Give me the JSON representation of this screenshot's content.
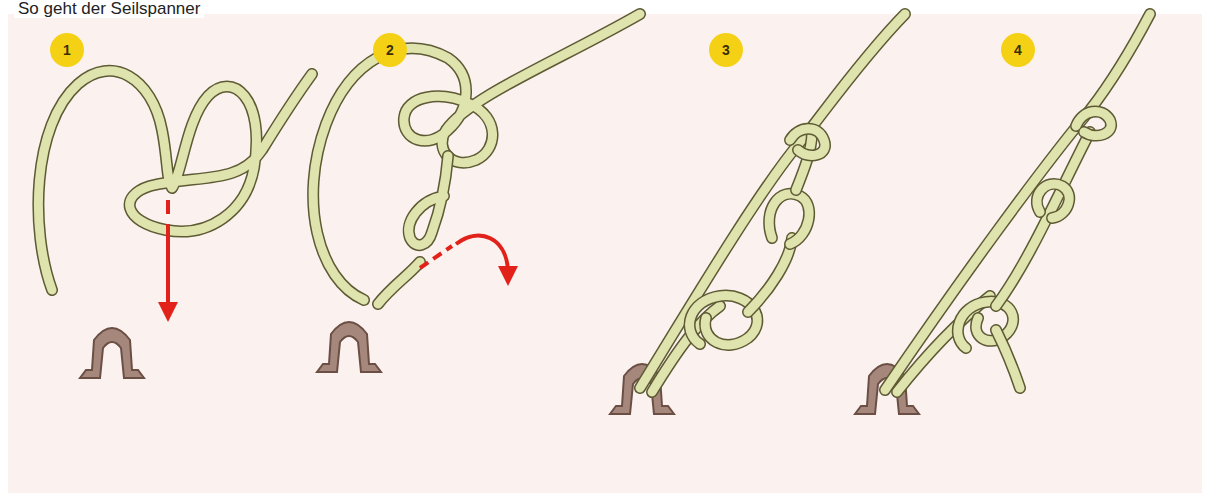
{
  "diagram": {
    "title": "So geht der Seilspanner",
    "nodes": [
      {
        "text": [
          "1"
        ]
      },
      {
        "text": [
          "2"
        ]
      },
      {
        "text": [
          "3"
        ]
      },
      {
        "text": [
          "4"
        ]
      }
    ]
  }
}
